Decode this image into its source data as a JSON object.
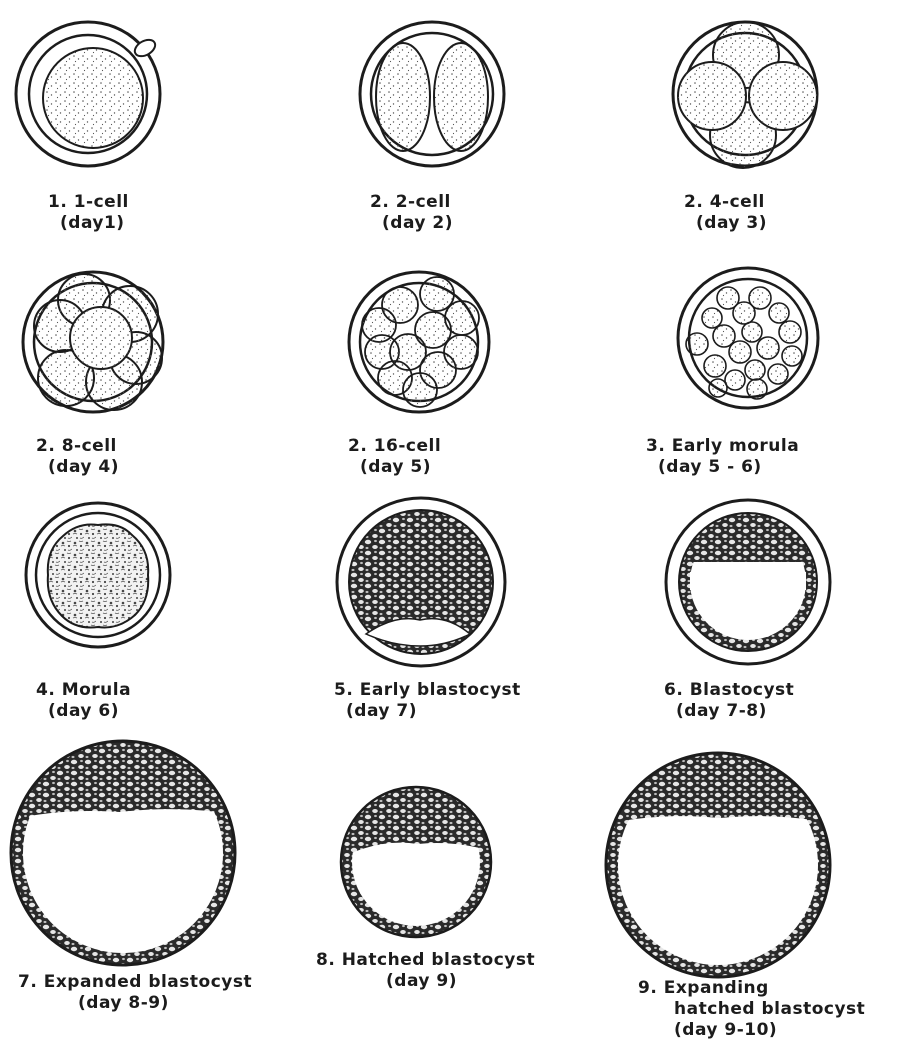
{
  "figure": {
    "stages": [
      {
        "label": "1. 1-cell",
        "day": "(day1)",
        "cells": 1,
        "icon": "one-cell-embryo"
      },
      {
        "label": "2. 2-cell",
        "day": "(day 2)",
        "cells": 2,
        "icon": "two-cell-embryo"
      },
      {
        "label": "2. 4-cell",
        "day": "(day 3)",
        "cells": 4,
        "icon": "four-cell-embryo"
      },
      {
        "label": "2. 8-cell",
        "day": "(day 4)",
        "cells": 8,
        "icon": "eight-cell-embryo"
      },
      {
        "label": "2. 16-cell",
        "day": "(day 5)",
        "cells": 16,
        "icon": "sixteen-cell-embryo"
      },
      {
        "label": "3. Early morula",
        "day": "(day 5 - 6)",
        "icon": "early-morula"
      },
      {
        "label": "4. Morula",
        "day": "(day 6)",
        "icon": "morula"
      },
      {
        "label": "5. Early blastocyst",
        "day": "(day 7)",
        "icon": "early-blastocyst"
      },
      {
        "label": "6. Blastocyst",
        "day": "(day 7-8)",
        "icon": "blastocyst"
      },
      {
        "label": "7. Expanded blastocyst",
        "day": "(day 8-9)",
        "icon": "expanded-blastocyst"
      },
      {
        "label": "8. Hatched blastocyst",
        "day": "(day 9)",
        "icon": "hatched-blastocyst"
      },
      {
        "label": "9. Expanding",
        "label2": "hatched blastocyst",
        "day": "(day 9-10)",
        "icon": "expanding-hatched-blastocyst"
      }
    ],
    "colors": {
      "ink": "#1c1c1c",
      "dots": "#555555",
      "paper": "#ffffff"
    }
  }
}
